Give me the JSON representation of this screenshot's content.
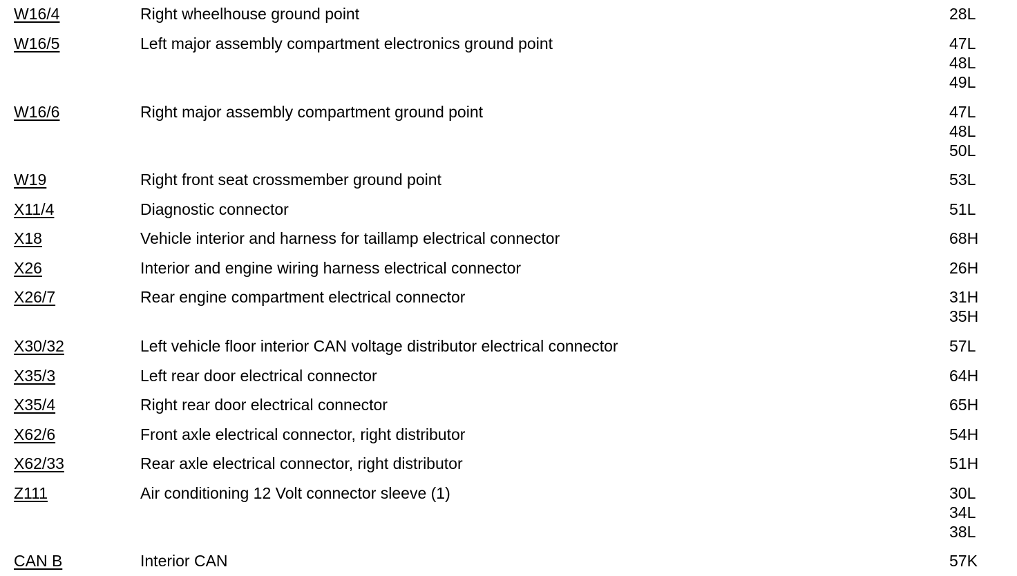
{
  "rows": [
    {
      "code": "W16/4",
      "description": "Right wheelhouse ground point",
      "refs": [
        "28L"
      ]
    },
    {
      "code": "W16/5",
      "description": "Left major assembly compartment electronics ground point",
      "refs": [
        "47L",
        "48L",
        "49L"
      ]
    },
    {
      "code": "W16/6",
      "description": "Right major assembly compartment ground point",
      "refs": [
        "47L",
        "48L",
        "50L"
      ]
    },
    {
      "code": "W19",
      "description": "Right front seat crossmember ground point",
      "refs": [
        "53L"
      ]
    },
    {
      "code": "X11/4",
      "description": "Diagnostic connector",
      "refs": [
        "51L"
      ]
    },
    {
      "code": "X18",
      "description": "Vehicle interior and harness for taillamp electrical connector",
      "refs": [
        "68H"
      ]
    },
    {
      "code": "X26",
      "description": "Interior and engine wiring harness electrical connector",
      "refs": [
        "26H"
      ]
    },
    {
      "code": "X26/7",
      "description": "Rear engine compartment electrical connector",
      "refs": [
        "31H",
        "35H"
      ]
    },
    {
      "code": "X30/32",
      "description": "Left vehicle floor interior CAN voltage distributor electrical connector",
      "refs": [
        "57L"
      ]
    },
    {
      "code": "X35/3",
      "description": "Left rear door electrical connector",
      "refs": [
        "64H"
      ]
    },
    {
      "code": "X35/4",
      "description": "Right rear door electrical connector",
      "refs": [
        "65H"
      ]
    },
    {
      "code": "X62/6",
      "description": "Front axle electrical connector, right distributor",
      "refs": [
        "54H"
      ]
    },
    {
      "code": "X62/33",
      "description": "Rear axle electrical connector, right distributor",
      "refs": [
        "51H"
      ]
    },
    {
      "code": "Z111",
      "description": "Air conditioning 12 Volt connector sleeve (1)",
      "refs": [
        "30L",
        "34L",
        "38L"
      ]
    },
    {
      "code": "CAN B",
      "description": "Interior CAN",
      "refs": [
        "57K"
      ]
    }
  ]
}
